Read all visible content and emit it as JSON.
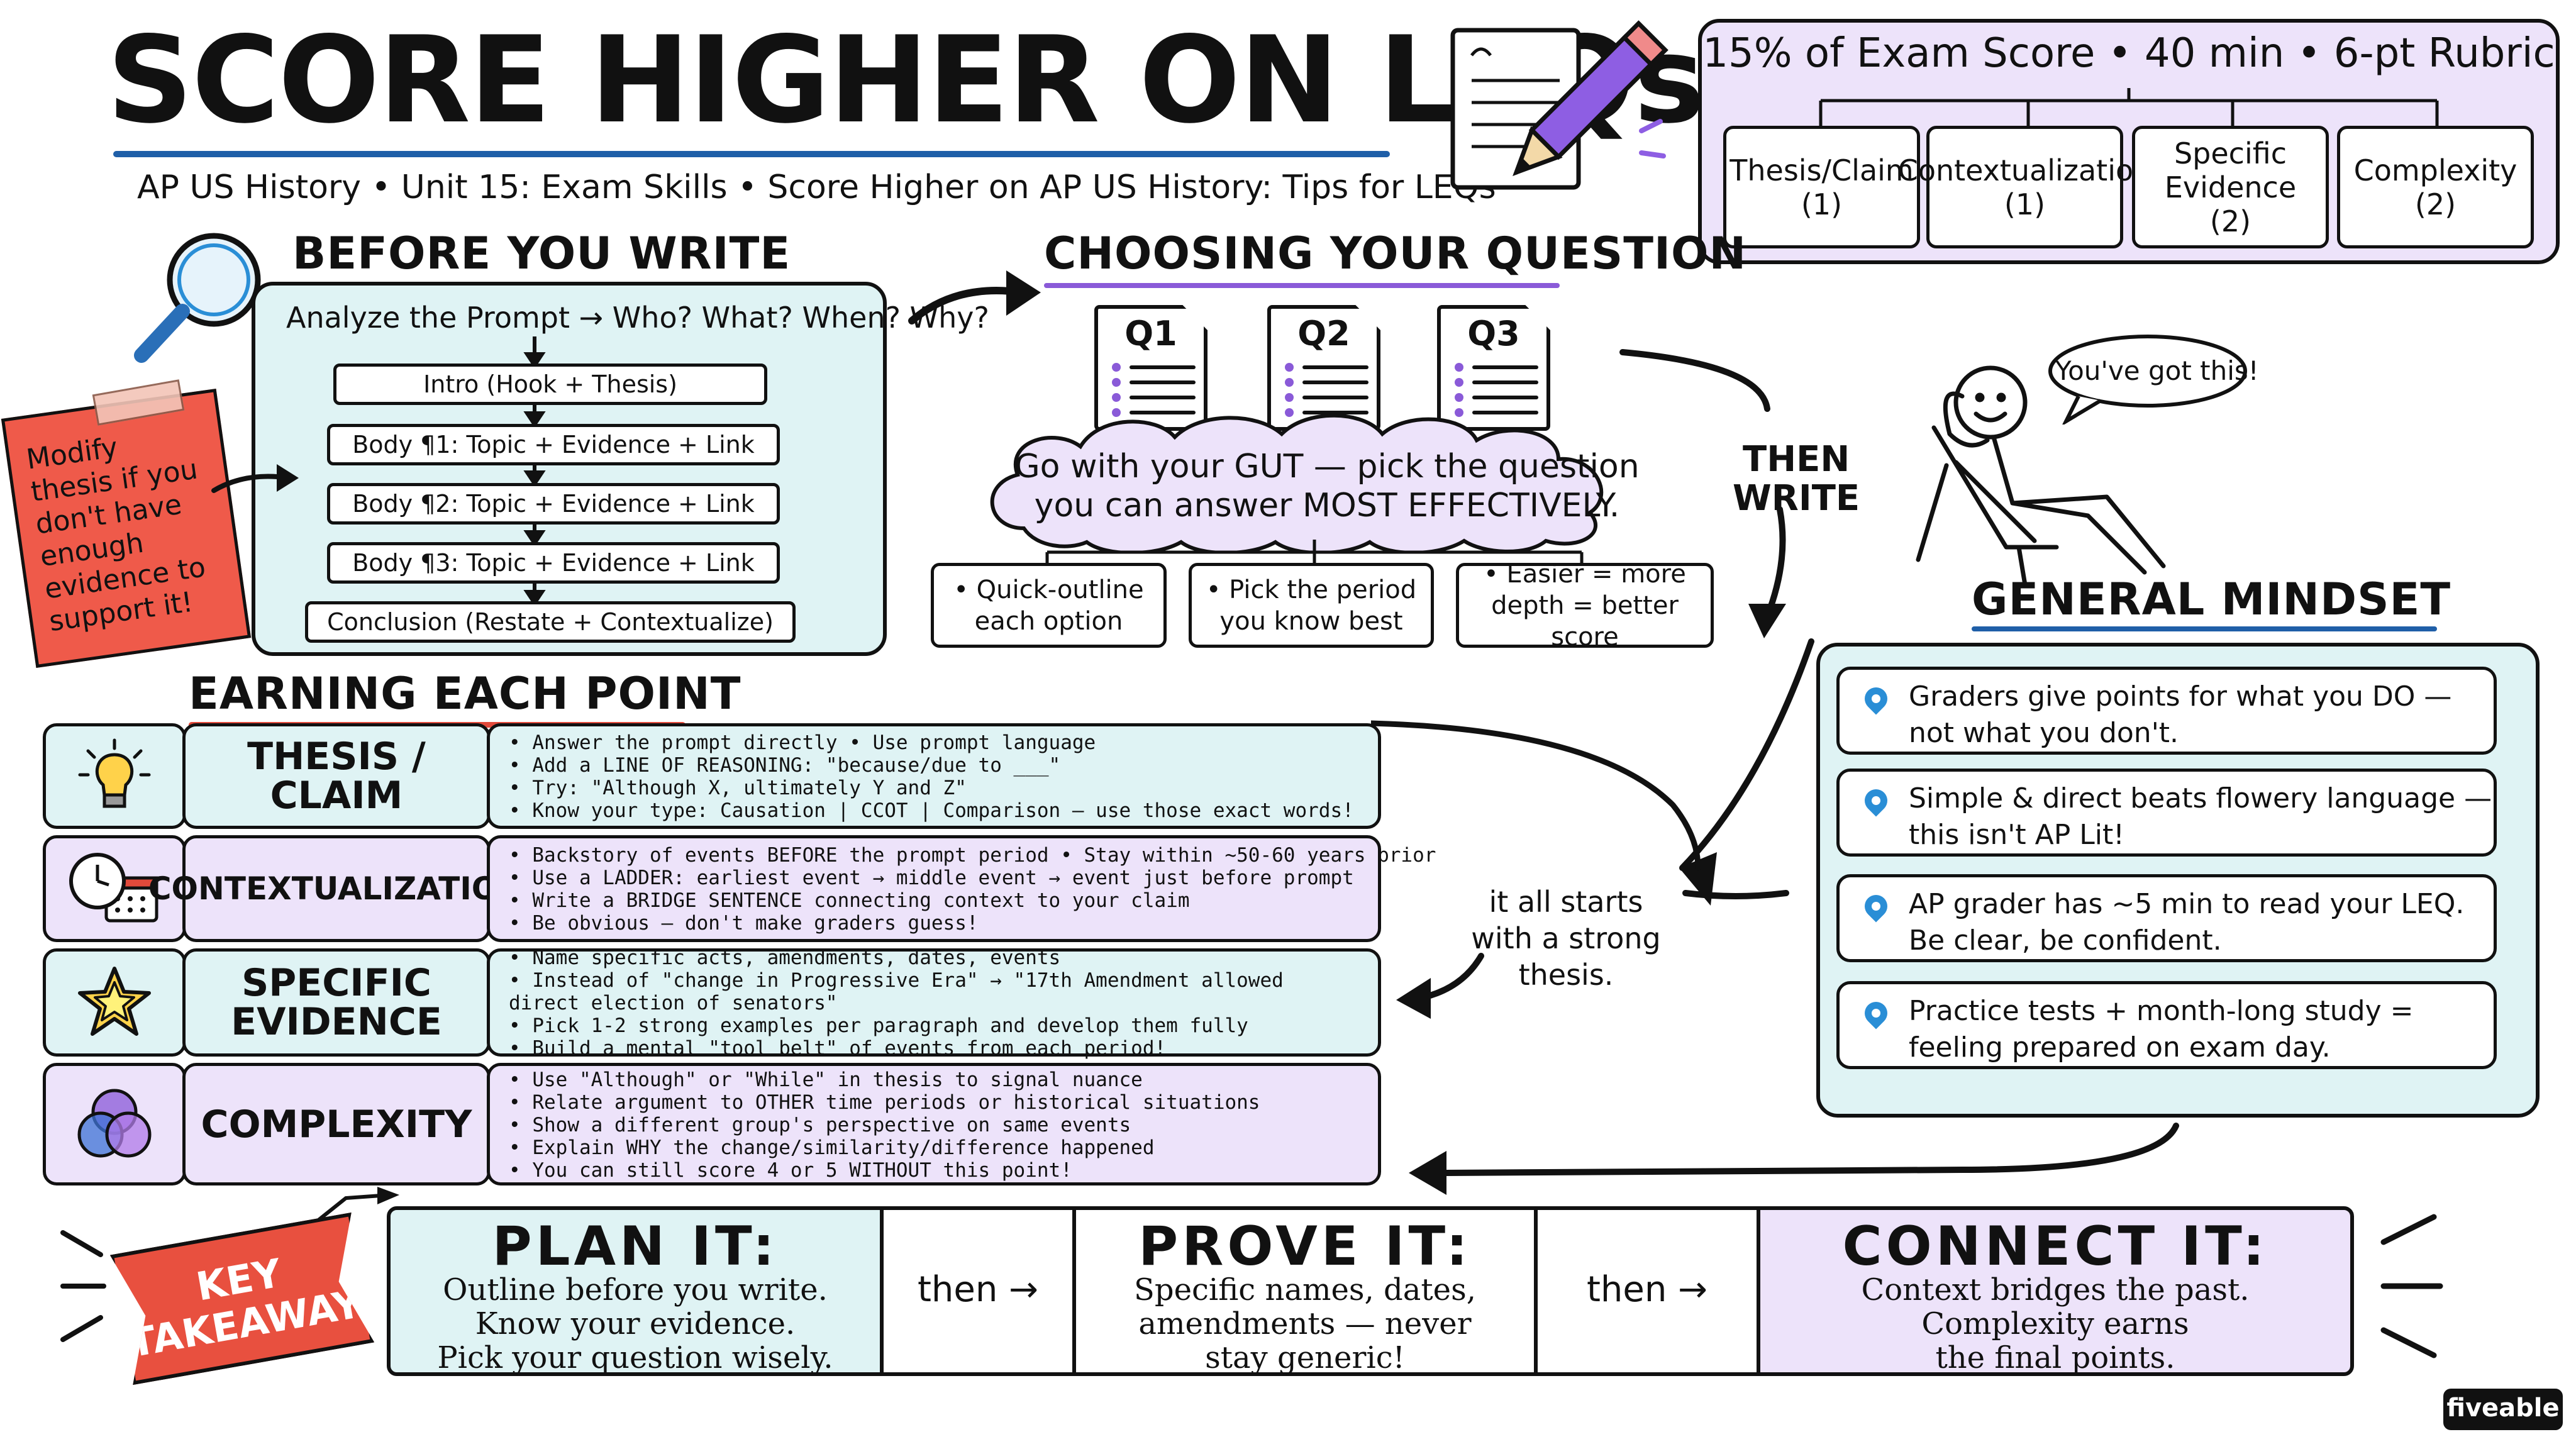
{
  "title": "SCORE HIGHER ON LEQs",
  "subtitle": "AP US History • Unit 15: Exam Skills • Score Higher on AP US History: Tips for LEQs",
  "rubric": {
    "header": "15% of Exam Score • 40 min • 6-pt Rubric",
    "items": [
      {
        "name": "Thesis/Claim",
        "points": "(1)"
      },
      {
        "name": "Contextualization",
        "points": "(1)"
      },
      {
        "name": "Specific Evidence",
        "points": "(2)"
      },
      {
        "name": "Complexity",
        "points": "(2)"
      }
    ]
  },
  "before": {
    "heading": "BEFORE YOU WRITE",
    "prompt_line": "Analyze the Prompt → Who? What? When? Why?",
    "steps": [
      "Intro (Hook + Thesis)",
      "Body ¶1: Topic + Evidence + Link",
      "Body ¶2: Topic + Evidence + Link",
      "Body ¶3: Topic + Evidence + Link",
      "Conclusion (Restate + Contextualize)"
    ],
    "sticky": "Modify thesis if you don't have enough evidence to support it!"
  },
  "choosing": {
    "heading": "CHOOSING YOUR QUESTION",
    "questions": [
      "Q1",
      "Q2",
      "Q3"
    ],
    "cloud_line1": "Go with your GUT — pick the question",
    "cloud_line2": "you can answer MOST EFFECTIVELY.",
    "tips": [
      {
        "l1": "• Quick-outline",
        "l2": "each option"
      },
      {
        "l1": "• Pick the period",
        "l2": "you know best"
      },
      {
        "l1": "• Easier = more",
        "l2": "depth = better score"
      }
    ],
    "then_write": [
      "THEN",
      "WRITE"
    ]
  },
  "speech": "You've got this!",
  "mindset": {
    "heading": "GENERAL MINDSET",
    "items": [
      {
        "l1": "Graders give points for what you DO —",
        "l2": "not what you don't."
      },
      {
        "l1": "Simple & direct beats flowery language —",
        "l2": "this isn't AP Lit!"
      },
      {
        "l1": "AP grader has ~5 min to read your LEQ.",
        "l2": "Be clear, be confident."
      },
      {
        "l1": "Practice tests + month-long study =",
        "l2": "feeling prepared on exam day."
      }
    ]
  },
  "starts": [
    "it all starts",
    "with a strong",
    "thesis."
  ],
  "earning": {
    "heading": "EARNING EACH POINT",
    "rows": [
      {
        "label1": "THESIS /",
        "label2": "CLAIM",
        "icon": "lightbulb-icon",
        "color": "#dff3f4",
        "bullets": [
          "• Answer the prompt directly  • Use prompt language",
          "• Add a LINE OF REASONING: \"because/due to ___\"",
          "• Try: \"Although X, ultimately Y and Z\"",
          "• Know your type: Causation | CCOT | Comparison — use those exact words!"
        ]
      },
      {
        "label1": "CONTEXTUALIZATION",
        "label2": "",
        "icon": "clock-calendar-icon",
        "color": "#ede3fa",
        "bullets": [
          "• Backstory of events BEFORE the prompt period  • Stay within ~50-60 years prior",
          "• Use a LADDER: earliest event → middle event → event just before prompt",
          "• Write a BRIDGE SENTENCE connecting context to your claim",
          "• Be obvious — don't make graders guess!"
        ]
      },
      {
        "label1": "SPECIFIC",
        "label2": "EVIDENCE",
        "icon": "star-icon",
        "color": "#dff3f4",
        "bullets": [
          "• Name specific acts, amendments, dates, events",
          "• Instead of \"change in Progressive Era\" → \"17th Amendment allowed",
          "  direct election of senators\"",
          "• Pick 1-2 strong examples per paragraph and develop them fully",
          "• Build a mental \"tool belt\" of events from each period!"
        ]
      },
      {
        "label1": "COMPLEXITY",
        "label2": "",
        "icon": "venn-diagram-icon",
        "color": "#ede3fa",
        "bullets": [
          "• Use \"Although\" or \"While\" in thesis to signal nuance",
          "• Relate argument to OTHER time periods or historical situations",
          "• Show a different group's perspective on same events",
          "• Explain WHY the change/similarity/difference happened",
          "• You can still score 4 or 5 WITHOUT this point!"
        ]
      }
    ]
  },
  "takeaways": {
    "banner": [
      "KEY",
      "TAKEAWAYS"
    ],
    "plan": {
      "title": "PLAN IT:",
      "lines": [
        "Outline before you write.",
        "Know your evidence.",
        "Pick your question wisely."
      ]
    },
    "then1": "then →",
    "prove": {
      "title": "PROVE IT:",
      "lines": [
        "Specific names, dates,",
        "amendments — never",
        "stay generic!"
      ]
    },
    "then2": "then →",
    "connect": {
      "title": "CONNECT IT:",
      "lines": [
        "Context bridges the past.",
        "Complexity earns",
        "the final points."
      ]
    }
  },
  "brand": "fiveable",
  "colors": {
    "teal": "#dff3f4",
    "lavender": "#ede3fa",
    "blue_underline": "#1f5fa8",
    "purple_underline": "#8a5ad8",
    "red_underline": "#e24a3b",
    "sticky": "#ef5a4a",
    "banner": "#e8503f"
  }
}
